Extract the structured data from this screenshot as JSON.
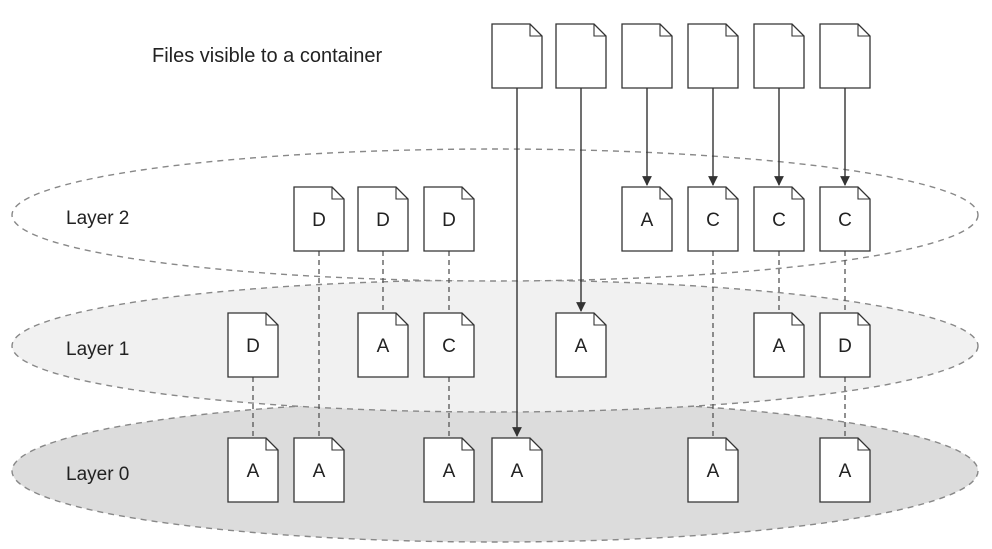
{
  "title": "Files visible to a container",
  "layers": [
    {
      "label": "Layer 2",
      "fill": "#ffffff"
    },
    {
      "label": "Layer 1",
      "fill": "#f1f1f1"
    },
    {
      "label": "Layer 0",
      "fill": "#dcdcdc"
    }
  ],
  "columns": [
    {
      "visible": false,
      "layer2": "",
      "layer1": "D",
      "layer0": "A",
      "source": ""
    },
    {
      "visible": false,
      "layer2": "D",
      "layer1": "",
      "layer0": "A",
      "source": ""
    },
    {
      "visible": false,
      "layer2": "D",
      "layer1": "A",
      "layer0": "",
      "source": ""
    },
    {
      "visible": false,
      "layer2": "D",
      "layer1": "C",
      "layer0": "A",
      "source": ""
    },
    {
      "visible": true,
      "layer2": "",
      "layer1": "",
      "layer0": "A",
      "source": "layer0"
    },
    {
      "visible": true,
      "layer2": "",
      "layer1": "A",
      "layer0": "",
      "source": "layer1"
    },
    {
      "visible": true,
      "layer2": "A",
      "layer1": "",
      "layer0": "",
      "source": "layer2"
    },
    {
      "visible": true,
      "layer2": "C",
      "layer1": "",
      "layer0": "A",
      "source": "layer2"
    },
    {
      "visible": true,
      "layer2": "C",
      "layer1": "A",
      "layer0": "",
      "source": "layer2"
    },
    {
      "visible": true,
      "layer2": "C",
      "layer1": "D",
      "layer0": "A",
      "source": "layer2"
    }
  ],
  "colors": {
    "stroke": "#333333",
    "dashed": "#555555",
    "text": "#222222",
    "ellipse_stroke": "#888888"
  }
}
